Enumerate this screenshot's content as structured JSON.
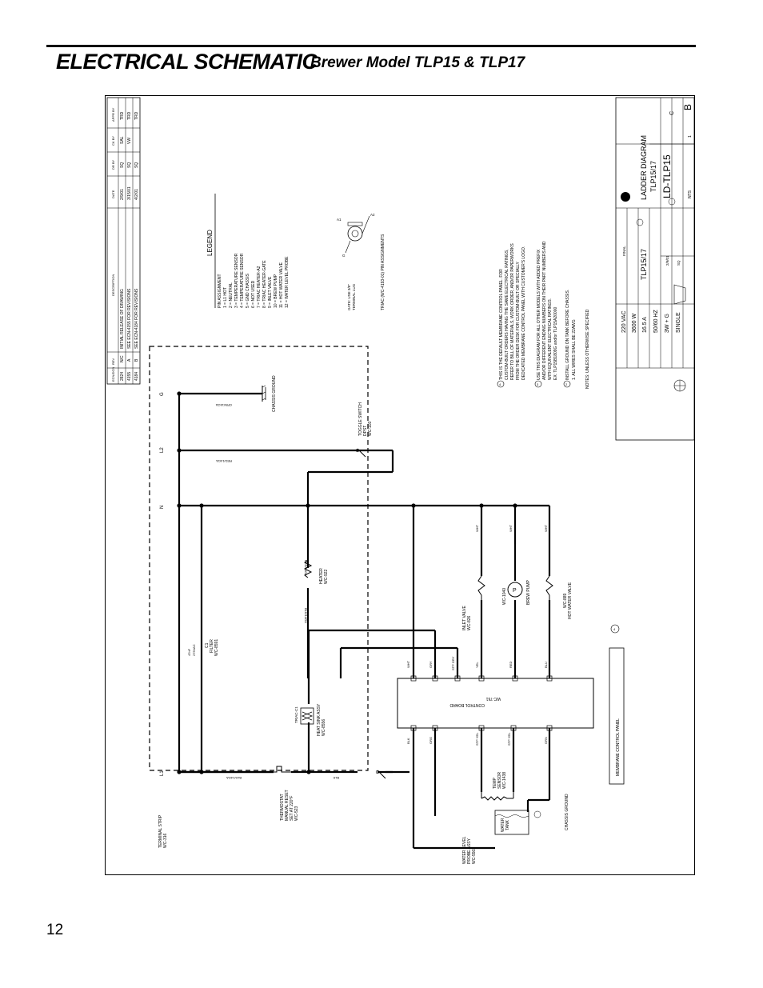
{
  "header": {
    "title": "ELECTRICAL SCHEMATIC",
    "subtitle": "Brewer Model TLP15 & TLP17"
  },
  "page_number": "12",
  "revision_table": {
    "headers": [
      "ECN/DCN",
      "REV",
      "DESCRIPTION",
      "DATE",
      "DR BY",
      "CK BY",
      "APPR BY"
    ],
    "rows": [
      [
        "2824",
        "N/C",
        "INITIAL RELEASE OF DRAWING",
        "2/9/01",
        "SQ",
        "SAL",
        "TRD"
      ],
      [
        "4155",
        "A",
        "SEE ECN-4155 FOR REVISIONS",
        "3/15/01",
        "SQ",
        "VW",
        "TRD"
      ],
      [
        "4184",
        "B",
        "SEE ECN-4184 FOR REVISIONS",
        "4/2/01",
        "SQ",
        "",
        "TRD"
      ]
    ]
  },
  "legend": {
    "title": "LEGEND",
    "heading": "PIN ASSIGNMENT",
    "items": [
      "1 = L1 HOT",
      "2 = NEUTRAL",
      "3 = TEMPERATURE SENSOR",
      "4 = TEMPERATURE SENSOR",
      "5 = GND CHASSIS",
      "6 = NOT USED",
      "7 = TRIAC HEATER-A2",
      "8 = TRIAC HEATER-GATE",
      "9 = INLET VALVE",
      "10 = BREW PUMP",
      "11 = HOT WATER VALVE",
      "12 = WATER LEVEL PROBE"
    ],
    "triac_caption": "TRIAC (WC-4193-01) PIN ASSIGNMENTS",
    "gate_note": [
      "GATE: USE 3/8\"",
      "TERMINAL LUG"
    ],
    "triac_pins": [
      "A1",
      "A2",
      "G"
    ]
  },
  "notes": {
    "items": [
      [
        "THIS IS THE DEFAULT MEMBRANE CONTROL PANEL. FOR",
        "CUSTOM-BUILT ORDERS HAVING THE SAME ELECTRICAL RATINGS,",
        "REFER TO BILL OF MATERIALS, WORK ORDER, AND/OR PAPERWORKS",
        "FROM THE ORDER DESK FOR CUSTOM-BUILT OR SPECIALLY",
        "DEDICATED MEMBRANE CONTROL PANEL WITH CUSTOMER'S LOGO."
      ],
      [
        "USE THIS DIAGRAM FOR ALL OTHER MODELS WITH ADDED PREFIX",
        "AND/OR DIFFERENT ENDING NUMBERS ON THEIR PART NUMBERS AND",
        "WITH EQUIVALENT ELECTRICAL RATINGS.",
        "EX: TLP15B1809G and/or TLP15A20000"
      ],
      [
        "INSTALL GROUND ON TANK BEFORE CHASSIS."
      ]
    ],
    "numbers": [
      "4",
      "3",
      "2"
    ],
    "item1": "1. ALL WIRES SHALL BE 22AWG",
    "footer": "NOTES: UNLESS OTHERWISE SPECIFIED"
  },
  "title_block": {
    "voltage": "220 VAC",
    "wattage": "3600 W",
    "amperage": "16.5 A",
    "hertz": "50/60 HZ",
    "wire": "3W + G",
    "phase": "SINGLE",
    "model": "TLP15/17",
    "status": "FINAL",
    "drawing_title_1": "LADDER DIAGRAM",
    "drawing_title_2": "TLP15/17",
    "drawing_number": "LD-TLP15",
    "rev": "B",
    "scale": "NTS",
    "sheet": "1",
    "size": "C",
    "drawn_by": "SQ",
    "date": "2/9/01"
  },
  "lines": {
    "L1": "L1",
    "N": "N",
    "L2": "L2",
    "G": "G"
  },
  "components": {
    "terminal_strip": [
      "TERMINAL STRIP",
      "WC-316"
    ],
    "thermostat": [
      "THERMOSTAT",
      "MANUAL RESET",
      "SET AT 220°F",
      "WC-523"
    ],
    "water_level_probe": [
      "WATER LEVEL",
      "PROBE ASSY",
      "WC-5502"
    ],
    "water_tank": [
      "WATER",
      "TANK"
    ],
    "temp_sensor": [
      "TEMP",
      "SENSOR",
      "WC-1438"
    ],
    "chassis_ground_tank": "CHASSIS GROUND",
    "triac": "TRIAC-C1",
    "heat_sink": [
      "HEAT SINK ASSY",
      "WC-8556"
    ],
    "filter": [
      "C1",
      "FILTER",
      "WC-8591"
    ],
    "filter_rating": [
      "47nF",
      "275VAC"
    ],
    "heater": [
      "HEATER",
      "WC-922"
    ],
    "inlet_valve": [
      "INLET VALVE",
      "WC-826"
    ],
    "brew_pump": [
      "WC-1040",
      "BREW PUMP"
    ],
    "hot_water_valve": [
      "WC-889",
      "HOT WATER VALVE"
    ],
    "control_board": [
      "CONTROL BOARD",
      "WC-761"
    ],
    "membrane_panel": "MEMBRANE CONTROL PANEL",
    "toggle_switch": [
      "TOGGLE SWITCH",
      "DPST",
      "WC-103"
    ],
    "chassis_ground": "CHASSIS GROUND"
  },
  "wires": {
    "blk14ga": "BLK/14GA",
    "blk": "BLK",
    "red14ga": "RED/14GA",
    "grn14ga": "GRN/14GA",
    "wht": "WHT",
    "gry": "GRY",
    "stp_gry": "STP GRY",
    "yel": "YEL",
    "red": "RED",
    "blu": "BLU",
    "org": "ORG",
    "stp_yel": "STP YEL",
    "grn": "GRN"
  }
}
